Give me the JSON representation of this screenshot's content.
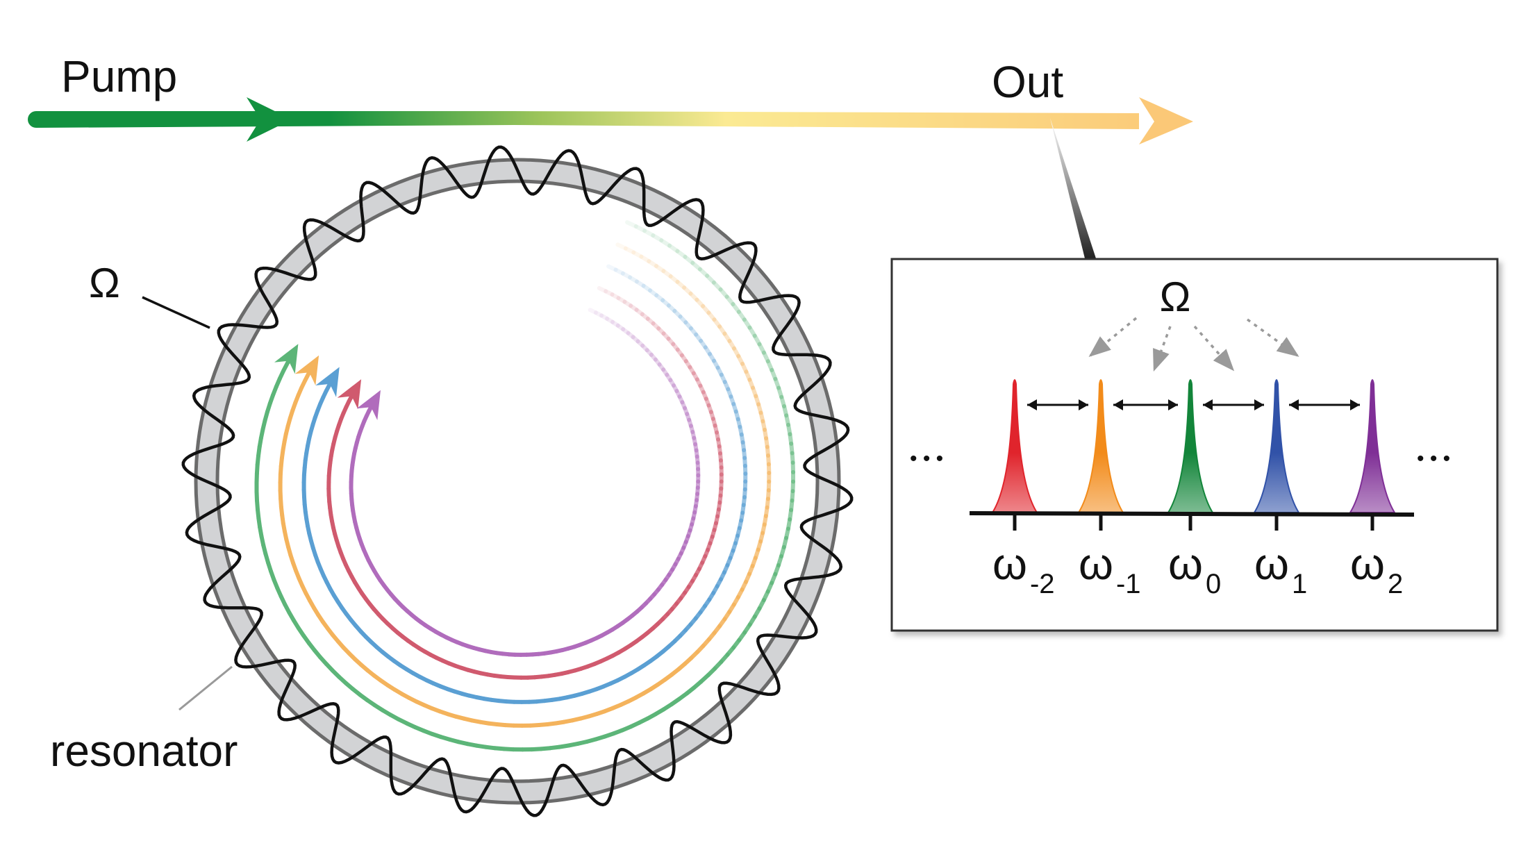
{
  "labels": {
    "pump": "Pump",
    "out": "Out",
    "omega_ring": "Ω",
    "resonator": "resonator",
    "omega_inset": "Ω",
    "ellipsis_left": "• • •",
    "ellipsis_right": "• • •"
  },
  "colors": {
    "pump": "#12913f",
    "out": "#fbc877",
    "ring_fill": "#d2d3d5",
    "ring_edge": "#6b6b6b",
    "spirals": [
      "#5cb578",
      "#f4b35c",
      "#5a9fd3",
      "#d05a6e",
      "#b06cbc"
    ]
  },
  "comb_lines": [
    {
      "base": "ω",
      "sub": "-2",
      "color": "#e0242c"
    },
    {
      "base": "ω",
      "sub": "-1",
      "color": "#f28b1a"
    },
    {
      "base": "ω",
      "sub": "0",
      "color": "#13853a"
    },
    {
      "base": "ω",
      "sub": "1",
      "color": "#3152a8"
    },
    {
      "base": "ω",
      "sub": "2",
      "color": "#7f2f96"
    }
  ]
}
